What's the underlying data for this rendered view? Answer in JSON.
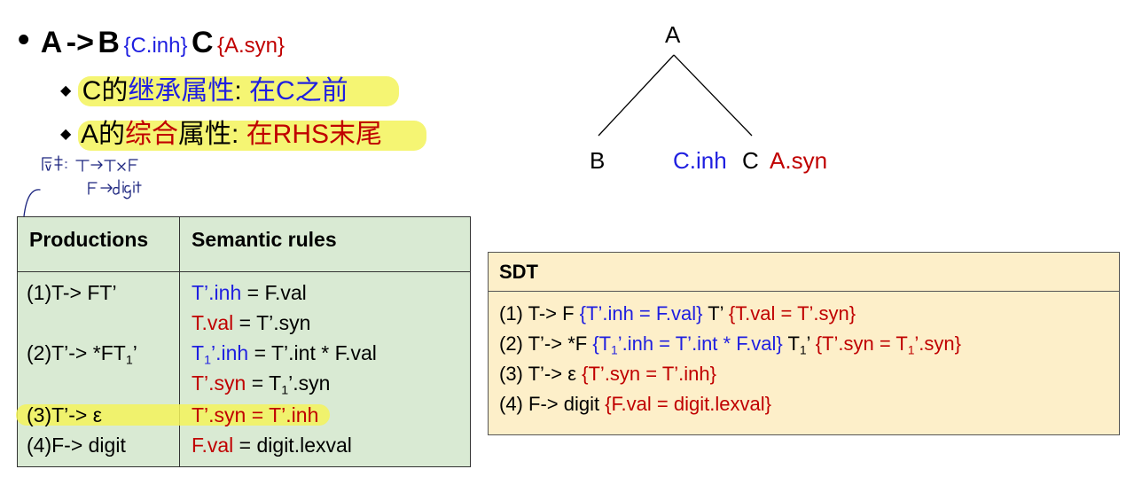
{
  "header": {
    "bullet": "•",
    "A": "A",
    "arrow": "->",
    "B": "B",
    "C_inh": "{C.inh}",
    "C": "C",
    "A_syn": "{A.syn}"
  },
  "sub_bullets": {
    "diamond": "◆",
    "c_prefix": "C的",
    "c_mid": "继承属性",
    "c_colon": ": ",
    "c_tail": "在C之前",
    "a_prefix": "A的",
    "a_mid": "综合",
    "a_mid2": "属性",
    "a_colon": ": ",
    "a_tail": "在RHS末尾"
  },
  "tree": {
    "root": "A",
    "left": "B",
    "inh": "C.inh",
    "mid": "C",
    "syn": "A.syn"
  },
  "rules_table": {
    "col1": "Productions",
    "col2": "Semantic rules",
    "rows": {
      "p1": "(1)T-> FT’",
      "r1a_attr": "T’.inh",
      "r1a_rest": " = F.val",
      "r1b_attr": "T.val",
      "r1b_rest": " = T’.syn",
      "p2": "(2)T’-> *FT",
      "p2_sub": "1",
      "p2_tail": "’",
      "r2a_attr": "T",
      "r2a_sub": "1",
      "r2a_attr2": "’.inh",
      "r2a_rest": " = T’.int * F.val",
      "r2b_attr": "T’.syn",
      "r2b_rest": " = T",
      "r2b_sub": "1",
      "r2b_tail": "’.syn",
      "p3": "(3)T’-> ε",
      "r3": "T’.syn = T’.inh",
      "p4": "(4)F-> digit",
      "r4_attr": "F.val",
      "r4_rest": " = digit.lexval"
    }
  },
  "sdt": {
    "title": "SDT",
    "l1a": "(1) T->  F  ",
    "l1b": "{T’.inh = F.val}",
    "l1c": "  T’  ",
    "l1d": "{T.val = T’.syn}",
    "l2a": "(2) T’->  *F  ",
    "l2b1": "{T",
    "l2b_sub": "1",
    "l2b2": "’.inh = T’.int * F.val}",
    "l2c": "  T",
    "l2c_sub": "1",
    "l2c_tail": "’  ",
    "l2d1": "{T’.syn = T",
    "l2d_sub": "1",
    "l2d2": "’.syn}",
    "l3a": "(3) T’->   ε  ",
    "l3b": "{T’.syn = T’.inh}",
    "l4a": "(4) F-> digit  ",
    "l4b": "{F.val = digit.lexval}"
  },
  "colors": {
    "blue": "#1f1fe0",
    "red": "#c00000",
    "table_bg": "#d9ead3",
    "sdt_bg": "#fdefc9",
    "highlight": "#f3f35a"
  }
}
